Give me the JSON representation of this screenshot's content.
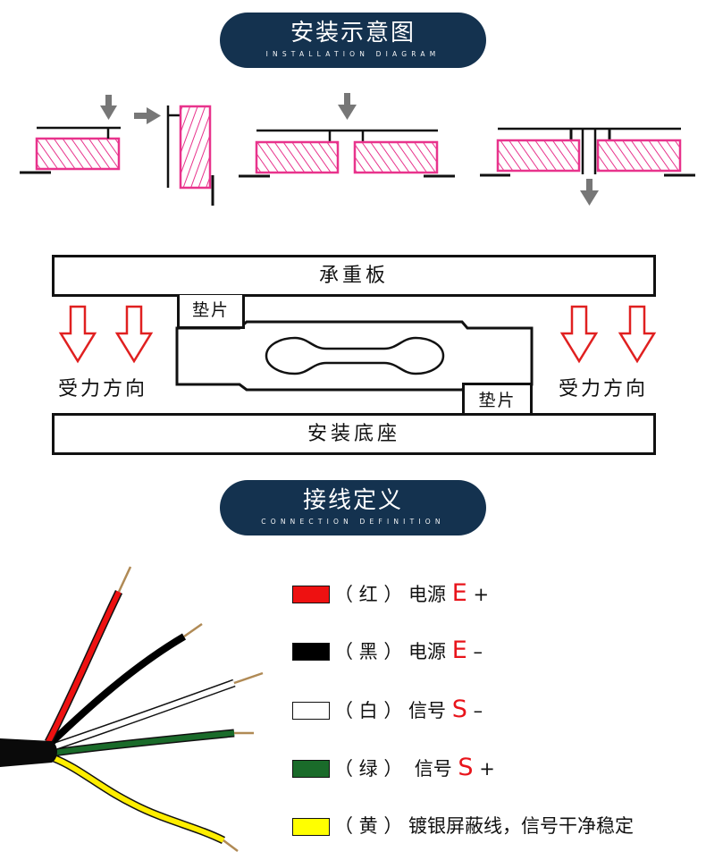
{
  "section1": {
    "title": "安装示意图",
    "subtitle": "INSTALLATION DIAGRAM"
  },
  "section2": {
    "title": "接线定义",
    "subtitle": "CONNECTION DEFINITION"
  },
  "diagram": {
    "top_plate": "承重板",
    "base": "安装底座",
    "shim_top": "垫片",
    "shim_bottom": "垫片",
    "force_left": "受力方向",
    "force_right": "受力方向"
  },
  "colors": {
    "accent": "#14324f",
    "hatch": "#e8338c",
    "arrow_red": "#e02020"
  },
  "wires": [
    {
      "color": "#ee1111",
      "paren": "（ 红 ）",
      "label": "电源",
      "symbol": "E",
      "sign": "+"
    },
    {
      "color": "#000000",
      "paren": "（ 黑 ）",
      "label": "电源",
      "symbol": "E",
      "sign": "–"
    },
    {
      "color": "#ffffff",
      "paren": "（ 白 ）",
      "label": "信号",
      "symbol": "S",
      "sign": "–"
    },
    {
      "color": "#1a6b2a",
      "paren": "（ 绿 ）",
      "label": " 信号",
      "symbol": "S",
      "sign": "+"
    },
    {
      "color": "#ffff00",
      "paren": "（ 黄 ）",
      "label": "镀银屏蔽线，信号干净稳定",
      "symbol": "",
      "sign": ""
    }
  ]
}
